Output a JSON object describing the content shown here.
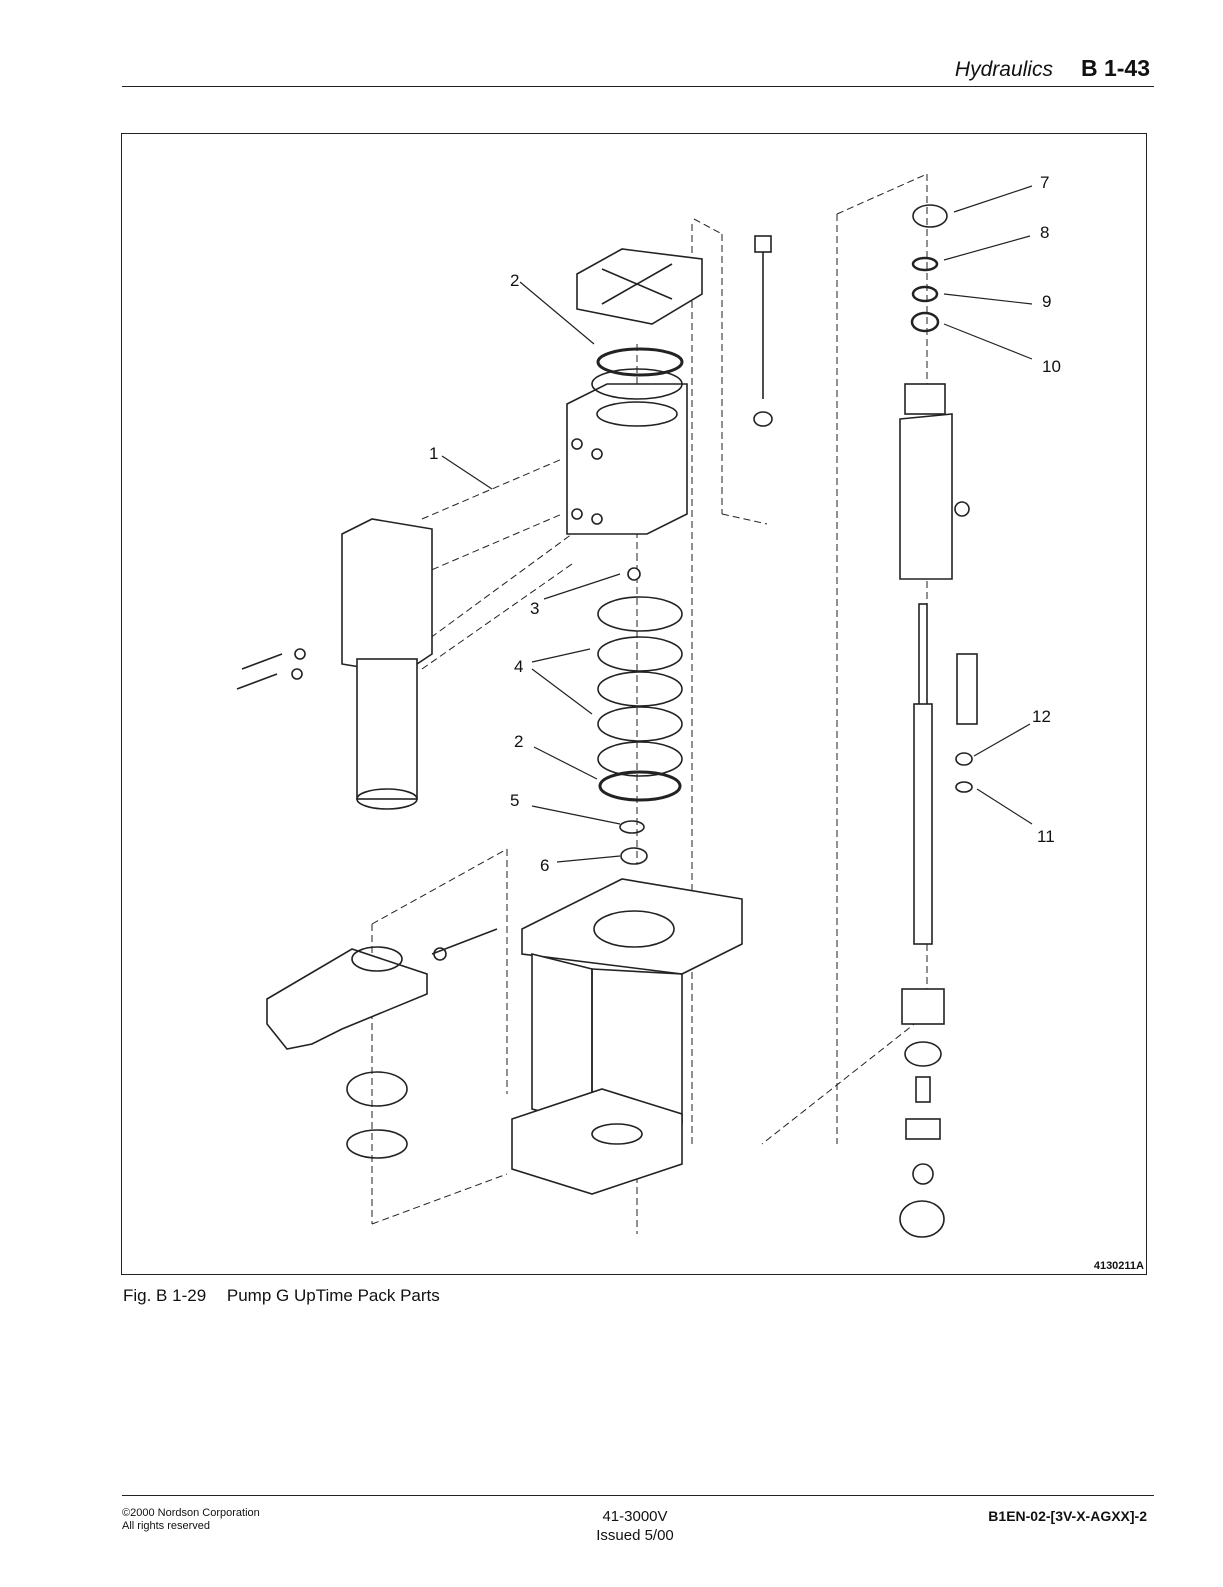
{
  "header": {
    "section": "Hydraulics",
    "page_number": "B 1-43"
  },
  "figure": {
    "drawing_id": "4130211A",
    "callouts": [
      "1",
      "2",
      "2",
      "3",
      "4",
      "5",
      "6",
      "7",
      "8",
      "9",
      "10",
      "11",
      "12"
    ]
  },
  "caption": {
    "number": "Fig. B 1-29",
    "title": "Pump G UpTime Pack Parts"
  },
  "footer": {
    "copyright": "©2000 Nordson Corporation",
    "rights": "All rights reserved",
    "doc_number": "41-3000V",
    "issued": "Issued 5/00",
    "code": "B1EN-02-[3V-X-AGXX]-2"
  }
}
